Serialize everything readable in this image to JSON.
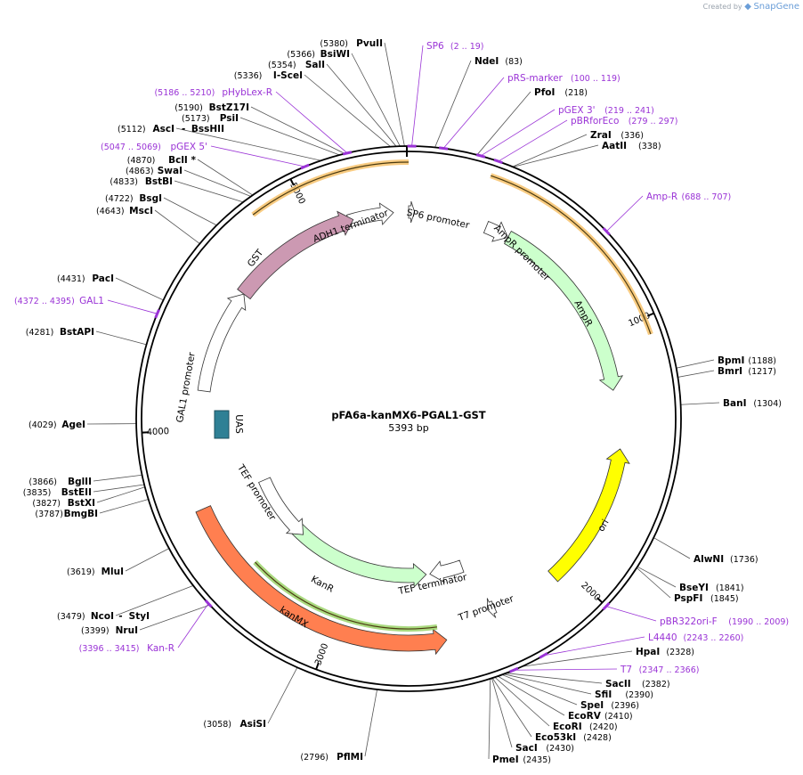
{
  "credit": {
    "prefix": "Created by",
    "brand": "SnapGene"
  },
  "plasmid": {
    "name": "pFA6a-kanMX6-PGAL1-GST",
    "size_label": "5393 bp",
    "length": 5393
  },
  "ticks": [
    "1000",
    "2000",
    "3000",
    "4000",
    "5000"
  ],
  "features": [
    {
      "name": "ADH1 terminator",
      "fill": "#ffffff"
    },
    {
      "name": "SP6 promoter",
      "fill": "#ffffff"
    },
    {
      "name": "AmpR promoter",
      "fill": "#ffffff"
    },
    {
      "name": "AmpR",
      "fill": "#ccffcc"
    },
    {
      "name": "ori",
      "fill": "#ffff00"
    },
    {
      "name": "T7 promoter",
      "fill": "#ffffff"
    },
    {
      "name": "TEF terminator",
      "fill": "#ffffff"
    },
    {
      "name": "KanR",
      "fill": "#ccffcc"
    },
    {
      "name": "kanMX",
      "fill": "#ff7f50"
    },
    {
      "name": "TEF promoter",
      "fill": "#ffffff"
    },
    {
      "name": "UAS",
      "fill": "#2f8095"
    },
    {
      "name": "GAL1 promoter",
      "fill": "#ffffff"
    },
    {
      "name": "GST",
      "fill": "#cc99b2"
    }
  ],
  "primers": [
    {
      "name": "SP6",
      "pos": "(2 .. 19)"
    },
    {
      "name": "pRS-marker",
      "pos": "(100 .. 119)"
    },
    {
      "name": "pGEX 3'",
      "pos": "(219 .. 241)"
    },
    {
      "name": "pBRforEco",
      "pos": "(279 .. 297)"
    },
    {
      "name": "Amp-R",
      "pos": "(688 .. 707)"
    },
    {
      "name": "pBR322ori-F",
      "pos": "(1990 .. 2009)"
    },
    {
      "name": "L4440",
      "pos": "(2243 .. 2260)"
    },
    {
      "name": "T7",
      "pos": "(2347 .. 2366)"
    },
    {
      "name": "Kan-R",
      "pos": "(3396 .. 3415)"
    },
    {
      "name": "GAL1",
      "pos": "(4372 .. 4395)"
    },
    {
      "name": "pGEX 5'",
      "pos": "(5047 .. 5069)"
    },
    {
      "name": "pHybLex-R",
      "pos": "(5186 .. 5210)"
    }
  ],
  "enzymes": [
    {
      "name": "PvuII",
      "pos": "(5380)"
    },
    {
      "name": "BsiWI",
      "pos": "(5366)"
    },
    {
      "name": "SalI",
      "pos": "(5354)"
    },
    {
      "name": "I-SceI",
      "pos": "(5336)"
    },
    {
      "name": "NdeI",
      "pos": "(83)"
    },
    {
      "name": "PfoI",
      "pos": "(218)"
    },
    {
      "name": "ZraI",
      "pos": "(336)"
    },
    {
      "name": "AatII",
      "pos": "(338)"
    },
    {
      "name": "BstZ17I",
      "pos": "(5190)"
    },
    {
      "name": "PsiI",
      "pos": "(5173)"
    },
    {
      "name": "AscI",
      "pos": "(5112)"
    },
    {
      "name": "BssHII",
      "pos": ""
    },
    {
      "name": "BclI *",
      "pos": "(4870)"
    },
    {
      "name": "SwaI",
      "pos": "(4863)"
    },
    {
      "name": "BstBI",
      "pos": "(4833)"
    },
    {
      "name": "BsgI",
      "pos": "(4722)"
    },
    {
      "name": "MscI",
      "pos": "(4643)"
    },
    {
      "name": "PacI",
      "pos": "(4431)"
    },
    {
      "name": "BstAPI",
      "pos": "(4281)"
    },
    {
      "name": "AgeI",
      "pos": "(4029)"
    },
    {
      "name": "BglII",
      "pos": "(3866)"
    },
    {
      "name": "BstEII",
      "pos": "(3835)"
    },
    {
      "name": "BstXI",
      "pos": "(3827)"
    },
    {
      "name": "BmgBI",
      "pos": "(3787)"
    },
    {
      "name": "MluI",
      "pos": "(3619)"
    },
    {
      "name": "NcoI",
      "pos": "(3479)"
    },
    {
      "name": "StyI",
      "pos": ""
    },
    {
      "name": "NruI",
      "pos": "(3399)"
    },
    {
      "name": "AsiSI",
      "pos": "(3058)"
    },
    {
      "name": "PflMI",
      "pos": "(2796)"
    },
    {
      "name": "BpmI",
      "pos": "(1188)"
    },
    {
      "name": "BmrI",
      "pos": "(1217)"
    },
    {
      "name": "BanI",
      "pos": "(1304)"
    },
    {
      "name": "AlwNI",
      "pos": "(1736)"
    },
    {
      "name": "BseYI",
      "pos": "(1841)"
    },
    {
      "name": "PspFI",
      "pos": "(1845)"
    },
    {
      "name": "HpaI",
      "pos": "(2328)"
    },
    {
      "name": "SacII",
      "pos": "(2382)"
    },
    {
      "name": "SfiI",
      "pos": "(2390)"
    },
    {
      "name": "SpeI",
      "pos": "(2396)"
    },
    {
      "name": "EcoRV",
      "pos": "(2410)"
    },
    {
      "name": "EcoRI",
      "pos": "(2420)"
    },
    {
      "name": "Eco53kI",
      "pos": "(2428)"
    },
    {
      "name": "SacI",
      "pos": "(2430)"
    },
    {
      "name": "PmeI",
      "pos": "(2435)"
    }
  ],
  "colors": {
    "primer": "#9a33d6",
    "backbone": "#000000"
  }
}
